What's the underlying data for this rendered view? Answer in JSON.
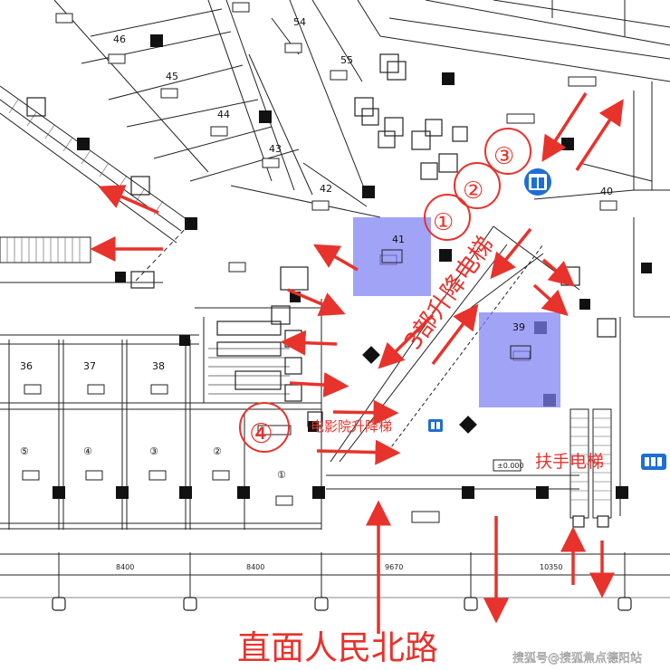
{
  "colors": {
    "arrow": "#e8322c",
    "highlight": "#7d7ff2",
    "line": "#222222",
    "icon": "#1f6ed4"
  },
  "overlay": {
    "road": "直面人民北路",
    "elev3": "3部升降电梯",
    "cinema": "电影院升降梯",
    "escalator": "扶手电梯",
    "n1": "①",
    "n2": "②",
    "n3": "③",
    "n4": "④",
    "watermark": "搜狐号@搜狐焦点德阳站"
  },
  "shops": {
    "s54": "54",
    "s55": "55",
    "s46": "46",
    "s45": "45",
    "s44": "44",
    "s43": "43",
    "s42": "42",
    "s41": "41",
    "s40": "40",
    "s39": "39",
    "s36": "36",
    "s37": "37",
    "s38": "38",
    "s5": "⑤",
    "s4": "④",
    "s3": "③",
    "s2": "②",
    "s1": "①"
  },
  "dims": {
    "d1": "8400",
    "d2": "8400",
    "d3": "9670",
    "d4": "10350",
    "level": "±0.000"
  },
  "icons": [
    "elevator-icon",
    "arrow-icon"
  ]
}
